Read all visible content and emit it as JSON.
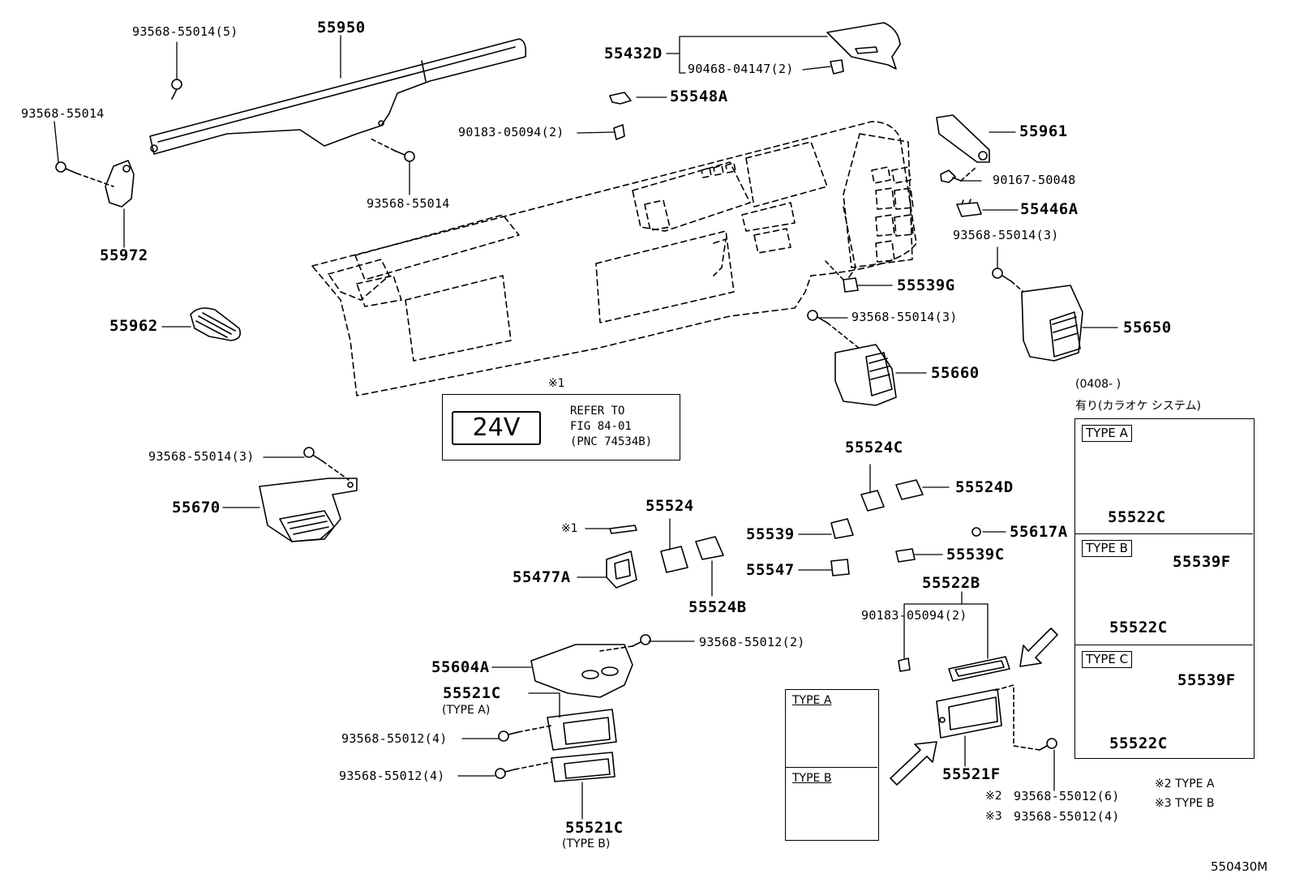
{
  "diagram_id": "550430M",
  "callouts": {
    "c55950": "55950",
    "c93568_5_top": "93568-55014(5)",
    "c93568_left": "93568-55014",
    "c55972": "55972",
    "c93568_mid": "93568-55014",
    "c55962": "55962",
    "c55432D": "55432D",
    "c90468": "90468-04147(2)",
    "c55548A": "55548A",
    "c90183_top": "90183-05094(2)",
    "c55961": "55961",
    "c90167": "90167-50048",
    "c55446A": "55446A",
    "c93568_3_right": "93568-55014(3)",
    "c55539G": "55539G",
    "c93568_3_mid": "93568-55014(3)",
    "c55650": "55650",
    "c55660": "55660",
    "c93568_3_left": "93568-55014(3)",
    "c55670": "55670",
    "c55524C": "55524C",
    "c55524D": "55524D",
    "c55524": "55524",
    "c55539": "55539",
    "c55617A": "55617A",
    "c55539C": "55539C",
    "c55547": "55547",
    "c55477A": "55477A",
    "c55524B": "55524B",
    "c55522B": "55522B",
    "c90183_bottom": "90183-05094(2)",
    "c55604A": "55604A",
    "c93568_12_2": "93568-55012(2)",
    "c55521C_a": "55521C",
    "c55521C_a_type": "(TYPE A)",
    "c93568_12_4a": "93568-55012(4)",
    "c93568_12_4b": "93568-55012(4)",
    "c55521C_b": "55521C",
    "c55521C_b_type": "(TYPE B)",
    "c55521F": "55521F",
    "c_note2_pn": "93568-55012(6)",
    "c_note3_pn": "93568-55012(4)",
    "c55522C_a": "55522C",
    "c55522C_b": "55522C",
    "c55522C_c": "55522C",
    "c55539F_b": "55539F",
    "c55539F_c": "55539F"
  },
  "reference_box": {
    "marker": "※1",
    "voltage": "24V",
    "text": "REFER TO\nFIG 84-01\n(PNC 74534B)"
  },
  "marker_small": "※1",
  "note_marks": {
    "n2": "※2",
    "n3": "※3"
  },
  "legend_notes": {
    "n2": "※2 TYPE A",
    "n3": "※3 TYPE B"
  },
  "option_panel": {
    "date_range": "(0408-      )",
    "caption": "有り(カラオケ システム)",
    "type_a": "TYPE A",
    "type_b": "TYPE B",
    "type_c": "TYPE C"
  },
  "inset_panel": {
    "type_a": "TYPE A",
    "type_b": "TYPE B"
  }
}
